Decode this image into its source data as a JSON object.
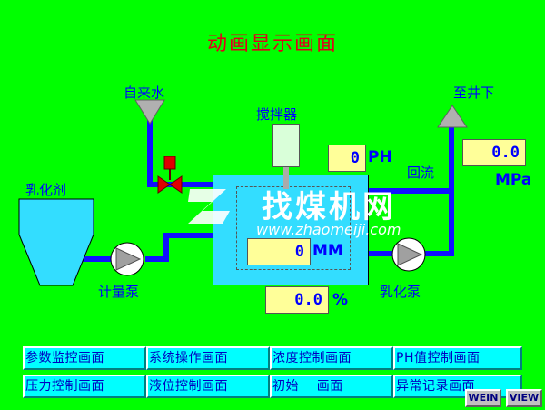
{
  "title": "动画显示画面",
  "labels": {
    "water_source": "自来水",
    "to_well": "至井下",
    "mixer": "搅拌器",
    "emulsifier": "乳化剂",
    "metering_pump": "计量泵",
    "emulsion_pump": "乳化泵",
    "return_flow": "回流"
  },
  "displays": {
    "ph_value": "0",
    "ph_unit": "PH",
    "pressure_value": "0.0",
    "pressure_unit": "MPa",
    "level_value": "0",
    "level_unit": "MM",
    "concentration_value": "0.0",
    "concentration_unit": "%"
  },
  "nav_buttons": [
    "参数监控画面",
    "系统操作画面",
    "浓度控制画面",
    "PH值控制画面",
    "压力控制画面",
    "液位控制画面",
    "初始    画面",
    "异常记录画面"
  ],
  "system_buttons": [
    "WEIN",
    "VIEW"
  ],
  "watermark": {
    "text": "找煤机网",
    "url": "www.zhaomeiji.com"
  },
  "colors": {
    "background": "#00ff00",
    "title": "#e0001a",
    "pipe": "#1010ff",
    "tank": "#33ddff",
    "display_bg": "#ffff99",
    "button": "#00ffff"
  }
}
